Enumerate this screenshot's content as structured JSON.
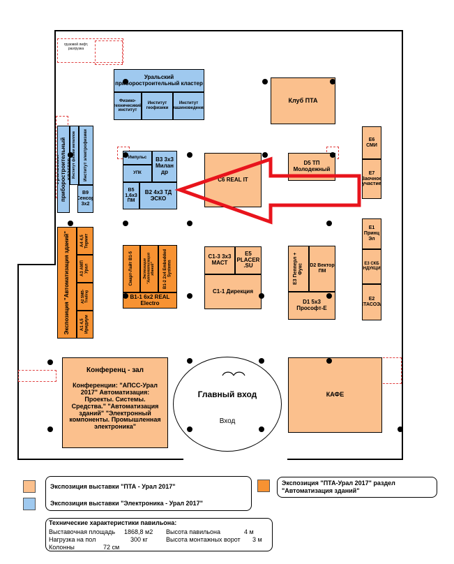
{
  "exhibit": {
    "freight": "грузовой лифт, разгрузка",
    "ural_cluster_top": "Уральский приборостроительный кластер",
    "fiz_tech": "Физико-техничесикий институт",
    "inst_geo": "Институт геофизики",
    "inst_mash": "Институт машиноведения",
    "ural_cluster_side": "Уральский приборостроительный кластер",
    "inst_fizmet": "Институт физики металлов",
    "inst_elec": "Институт электрофизики",
    "b9": "В9 Сенсор 3х2",
    "impulse": "Импульс",
    "b3": "В3 3х3 Милан др",
    "ups": "УПК",
    "b5": "В5 1,6х3 ПМ",
    "b2": "В2 4х3 ТД ЭСКО",
    "c6": "С6 REAL IT",
    "d5": "D5 ТП Молодежный",
    "e6": "Е6 СМИ",
    "e7": "Е7 Заочное участие",
    "club": "Клуб ПТА",
    "expo_auto": "Экспозиция \"Автоматизация зданий\"",
    "a4": "А4 4,5 Термит",
    "a3": "А3 АМП Урал",
    "a2": "А2 SMB-Trading",
    "a1": "А1 4,5 Иридиум",
    "smart_home": "Смарт-Лайт В1-5",
    "expo_mini": "Экспозиция \"Автоматизация зданий\"",
    "b12": "В1-2 2х4 Embedded Systems",
    "b11": "В1-1 6х2 REAL Electro",
    "c13": "С1-3 3х3 МАСТ",
    "e5": "Е5 PLACER .SU",
    "c11": "С1-1 Дирекция",
    "e3": "Е3 Пепперл + Фукс",
    "d2": "D2 Вектор ПМ",
    "d1": "D1 5х3 Прософт-Е",
    "e1": "Е1 Принц Эл",
    "e3b": "Е3 СКБ \"ИНДУКЦИЯ\"",
    "e2": "Е2 СТАСОЭЛ",
    "conf_title": "Конференц - зал",
    "conf_body": "Конференции: \"АПСС-Урал 2017\" Автоматизация: Проекты. Системы. Средства.\" \"Автоматизация зданий\" \"Электронный компоненты. Промышленная электроника\"",
    "main_entrance": "Главный вход",
    "entrance": "Вход",
    "cafe": "КАФЕ"
  },
  "legend": {
    "pta": "Экспозиция выставки \"ПТА -  Урал 2017\"",
    "electronics": "Экспозиция выставки \"Электроника - Урал  2017\"",
    "auto": "Экспозиция \"ПТА-Урал 2017\" раздел \"Автоматизация зданий\""
  },
  "specs": {
    "title": "Технические характеристики павильона:",
    "area_label": "Выставочная площадь",
    "area_value": "1868,8 м2",
    "height_label": "Высота  павильона",
    "height_value": "4  м",
    "load_label": "Нагрузка на пол",
    "load_value": "300 кг",
    "gate_label": "Высота монтажных ворот",
    "gate_value": "3  м",
    "columns_label": "Колонны",
    "columns_value": "72 см"
  },
  "colors": {
    "pta": "#fbc08d",
    "electronics": "#9fc9ef",
    "automation": "#f79232",
    "arrow": "#e8141c"
  }
}
